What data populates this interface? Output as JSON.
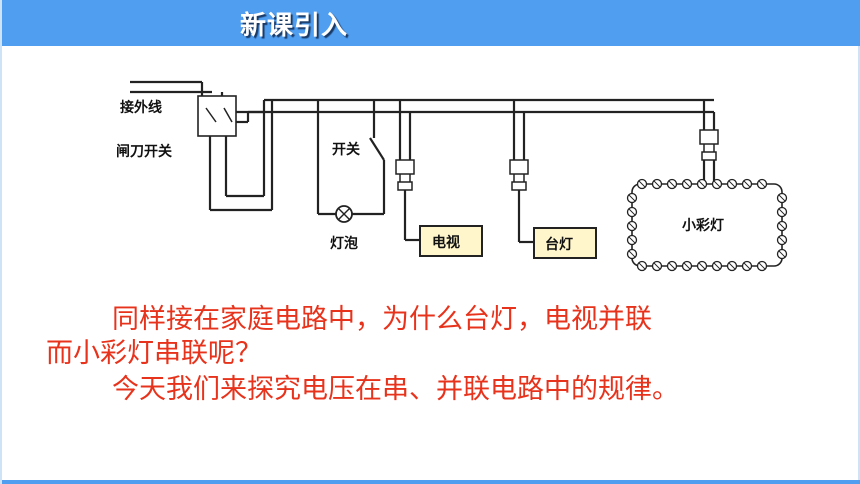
{
  "header": {
    "title": "新课引入"
  },
  "diagram": {
    "labels": {
      "external": "接外线",
      "knife_switch": "闸刀开关",
      "switch": "开关",
      "bulb": "灯泡",
      "tv": "电视",
      "desk_lamp": "台灯",
      "small_lights": "小彩灯"
    }
  },
  "text": {
    "line1": "同样接在家庭电路中，为什么台灯，电视并联",
    "line2": "而小彩灯串联呢？",
    "line3": "今天我们来探究电压在串、并联电路中的规律。"
  }
}
